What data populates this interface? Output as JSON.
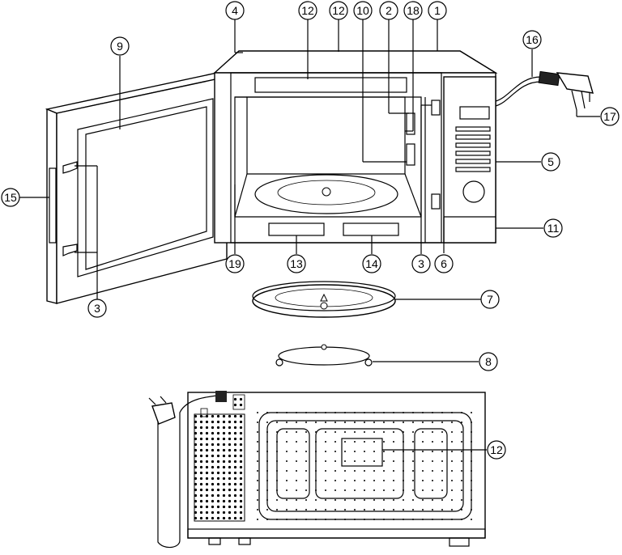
{
  "callouts": [
    {
      "id": "c1",
      "label": "1"
    },
    {
      "id": "c2",
      "label": "2"
    },
    {
      "id": "c3a",
      "label": "3"
    },
    {
      "id": "c3b",
      "label": "3"
    },
    {
      "id": "c4",
      "label": "4"
    },
    {
      "id": "c5",
      "label": "5"
    },
    {
      "id": "c6",
      "label": "6"
    },
    {
      "id": "c7",
      "label": "7"
    },
    {
      "id": "c8",
      "label": "8"
    },
    {
      "id": "c9",
      "label": "9"
    },
    {
      "id": "c10",
      "label": "10"
    },
    {
      "id": "c11",
      "label": "11"
    },
    {
      "id": "c12a",
      "label": "12"
    },
    {
      "id": "c12b",
      "label": "12"
    },
    {
      "id": "c12c",
      "label": "12"
    },
    {
      "id": "c13",
      "label": "13"
    },
    {
      "id": "c14",
      "label": "14"
    },
    {
      "id": "c15",
      "label": "15"
    },
    {
      "id": "c16",
      "label": "16"
    },
    {
      "id": "c17",
      "label": "17"
    },
    {
      "id": "c18",
      "label": "18"
    },
    {
      "id": "c19",
      "label": "19"
    }
  ]
}
